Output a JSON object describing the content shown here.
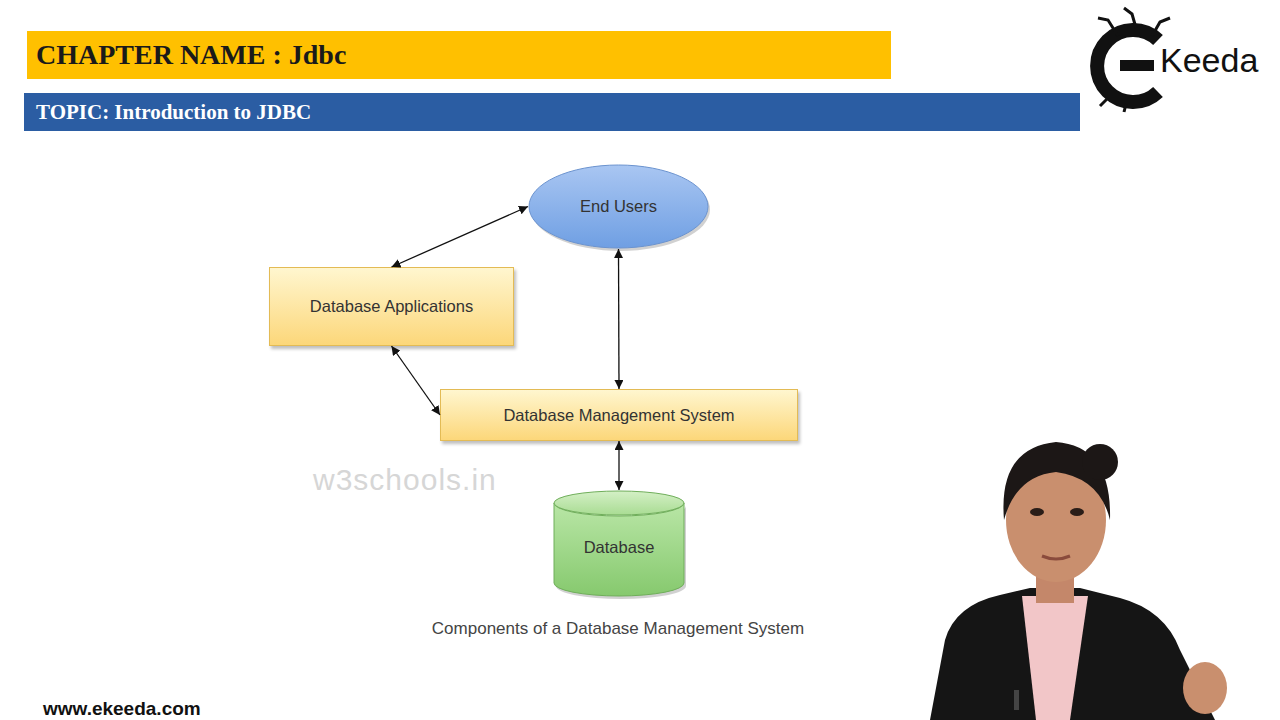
{
  "diagram": {
    "title": "CHAPTER NAME : Jdbc",
    "caption": "Components of a Database Management System",
    "nodes": [
      {
        "text": [
          "End Users"
        ]
      },
      {
        "text": [
          "Database Applications"
        ]
      },
      {
        "text": [
          "Database Management System"
        ]
      },
      {
        "text": [
          "Database"
        ]
      }
    ],
    "edges": [
      {
        "from": 0,
        "to": 1,
        "arrow": "both"
      },
      {
        "from": 0,
        "to": 2,
        "arrow": "both"
      },
      {
        "from": 1,
        "to": 2,
        "arrow": "both"
      },
      {
        "from": 2,
        "to": 3,
        "arrow": "both"
      }
    ],
    "labels": [
      "TOPIC: Introduction to JDBC",
      "w3schools.in",
      "Keeda",
      "www.ekeeda.com"
    ]
  }
}
